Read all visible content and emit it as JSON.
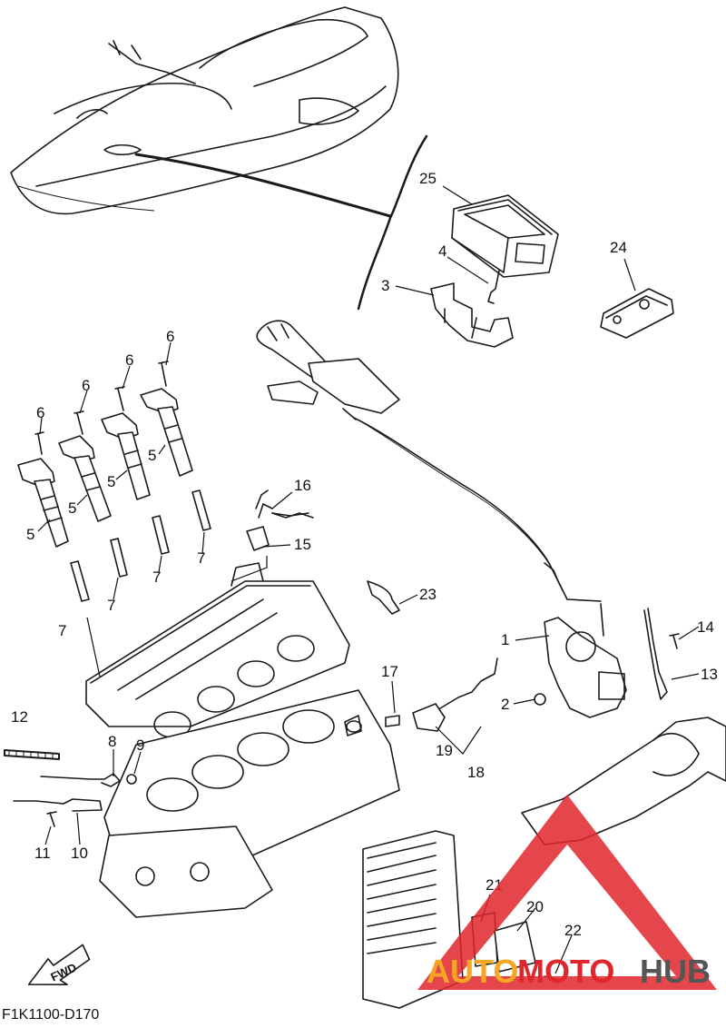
{
  "diagram": {
    "code": "F1K1100-D170",
    "fwd_label": "FWD",
    "watermark": {
      "part1": "AUTO",
      "part2": "MOTO",
      "part3": "HUB",
      "color_red": "#e0262b",
      "color_orange": "#f5a623",
      "color_gray": "#555555"
    },
    "callouts": {
      "c1": "1",
      "c2": "2",
      "c3": "3",
      "c4": "4",
      "c5a": "5",
      "c5b": "5",
      "c5c": "5",
      "c5d": "5",
      "c6a": "6",
      "c6b": "6",
      "c6c": "6",
      "c6d": "6",
      "c7a": "7",
      "c7b": "7",
      "c7c": "7",
      "c7d": "7",
      "c8": "8",
      "c9": "9",
      "c10": "10",
      "c11": "11",
      "c12": "12",
      "c13": "13",
      "c14": "14",
      "c15": "15",
      "c16": "16",
      "c17": "17",
      "c18": "18",
      "c19": "19",
      "c20": "20",
      "c21": "21",
      "c22": "22",
      "c23": "23",
      "c24": "24",
      "c25": "25"
    }
  }
}
